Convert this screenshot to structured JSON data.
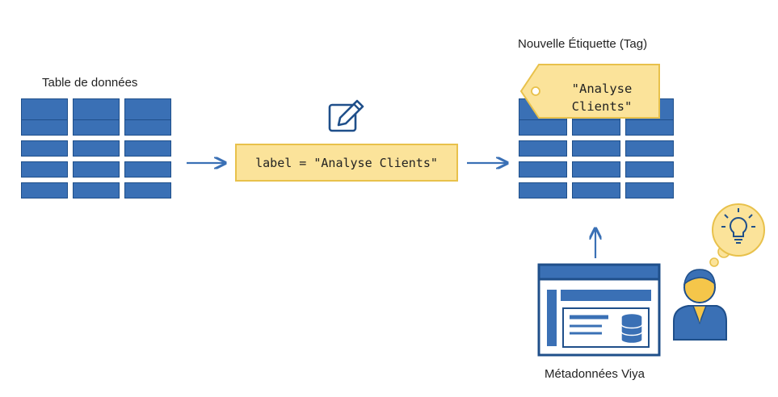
{
  "source_table": {
    "title": "Table de données"
  },
  "operation": {
    "code": "label = \"Analyse Clients\"",
    "icon": "edit-icon"
  },
  "result": {
    "title": "Nouvelle Étiquette (Tag)",
    "tag_line1": "\"Analyse",
    "tag_line2": "Clients\""
  },
  "metadata": {
    "label": "Métadonnées Viya",
    "icon": "database-icon"
  },
  "user": {
    "icon": "user-icon",
    "thought_icon": "lightbulb-icon"
  },
  "colors": {
    "table_blue": "#3a70b5",
    "table_border": "#1f4f8a",
    "highlight_yellow": "#fbe39a",
    "highlight_border": "#e8c14b",
    "arrow_blue": "#3a70b5"
  }
}
